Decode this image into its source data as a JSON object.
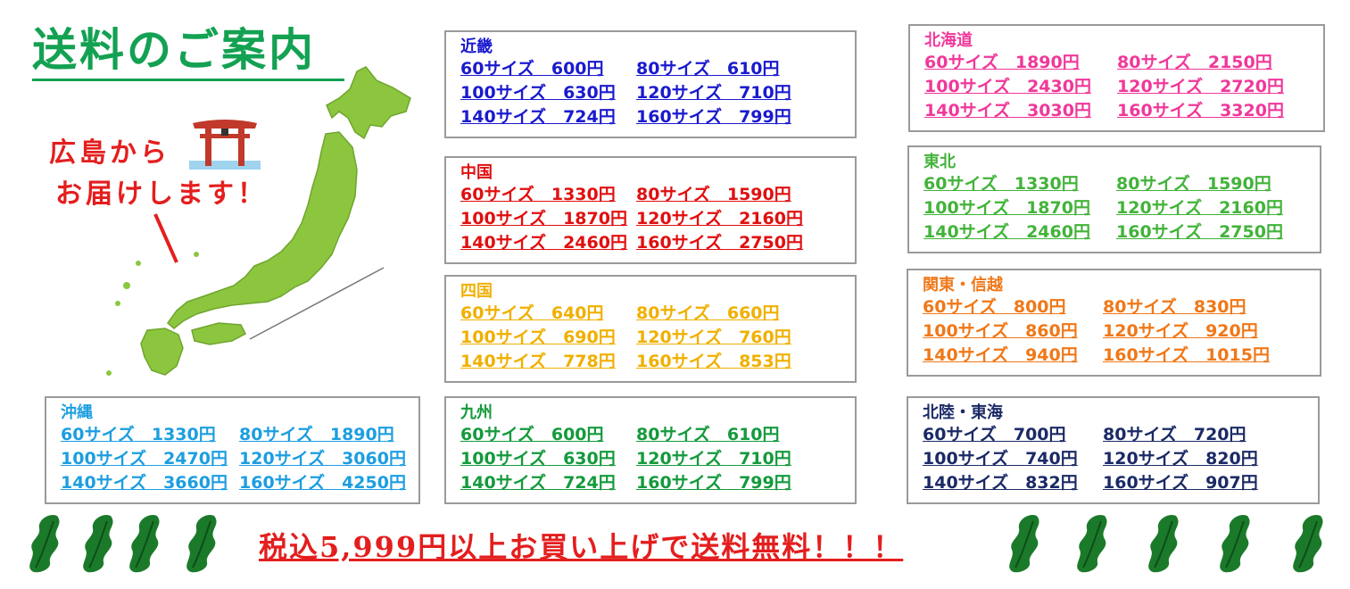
{
  "title": "送料のご案内",
  "note": {
    "line1": "広島から",
    "line2": "お届けします！"
  },
  "footer": "税込5,999円以上お買い上げで送料無料！！！",
  "colors": {
    "title": "#13a152",
    "kinki": "#1a1acf",
    "chugoku": "#e00f0f",
    "shikoku": "#f0b000",
    "kyushu": "#149a3c",
    "hokkaido": "#f0389a",
    "tohoku": "#42b33a",
    "kanto": "#f07818",
    "hokuriku": "#1b2a66",
    "okinawa": "#1c9ee0",
    "seaweed": "#1b7a2a",
    "map": "#8cc63f"
  },
  "regions": {
    "kinki": {
      "name": "近畿",
      "rows": [
        [
          "60サイズ　600円",
          "80サイズ　610円"
        ],
        [
          "100サイズ　630円",
          "120サイズ　710円"
        ],
        [
          "140サイズ　724円",
          "160サイズ　799円"
        ]
      ]
    },
    "chugoku": {
      "name": "中国",
      "rows": [
        [
          "60サイズ　1330円",
          "80サイズ　1590円"
        ],
        [
          "100サイズ　1870円",
          "120サイズ　2160円"
        ],
        [
          "140サイズ　2460円",
          "160サイズ　2750円"
        ]
      ]
    },
    "shikoku": {
      "name": "四国",
      "rows": [
        [
          "60サイズ　640円",
          "80サイズ　660円"
        ],
        [
          "100サイズ　690円",
          "120サイズ　760円"
        ],
        [
          "140サイズ　778円",
          "160サイズ　853円"
        ]
      ]
    },
    "kyushu": {
      "name": "九州",
      "rows": [
        [
          "60サイズ　600円",
          "80サイズ　610円"
        ],
        [
          "100サイズ　630円",
          "120サイズ　710円"
        ],
        [
          "140サイズ　724円",
          "160サイズ　799円"
        ]
      ]
    },
    "hokkaido": {
      "name": "北海道",
      "rows": [
        [
          "60サイズ　1890円",
          "80サイズ　2150円"
        ],
        [
          "100サイズ　2430円",
          "120サイズ　2720円"
        ],
        [
          "140サイズ　3030円",
          "160サイズ　3320円"
        ]
      ]
    },
    "tohoku": {
      "name": "東北",
      "rows": [
        [
          "60サイズ　1330円",
          "80サイズ　1590円"
        ],
        [
          "100サイズ　1870円",
          "120サイズ　2160円"
        ],
        [
          "140サイズ　2460円",
          "160サイズ　2750円"
        ]
      ]
    },
    "kanto": {
      "name": "関東・信越",
      "rows": [
        [
          "60サイズ　800円",
          "80サイズ　830円"
        ],
        [
          "100サイズ　860円",
          "120サイズ　920円"
        ],
        [
          "140サイズ　940円",
          "160サイズ　1015円"
        ]
      ]
    },
    "hokuriku": {
      "name": "北陸・東海",
      "rows": [
        [
          "60サイズ　700円",
          "80サイズ　720円"
        ],
        [
          "100サイズ　740円",
          "120サイズ　820円"
        ],
        [
          "140サイズ　832円",
          "160サイズ　907円"
        ]
      ]
    },
    "okinawa": {
      "name": "沖縄",
      "rows": [
        [
          "60サイズ　1330円",
          "80サイズ　1890円"
        ],
        [
          "100サイズ　2470円",
          "120サイズ　3060円"
        ],
        [
          "140サイズ　3660円",
          "160サイズ　4250円"
        ]
      ]
    }
  },
  "icons": {
    "map": "japan-map-icon",
    "torii": "torii-gate-icon",
    "seaweed": "seaweed-icon"
  }
}
